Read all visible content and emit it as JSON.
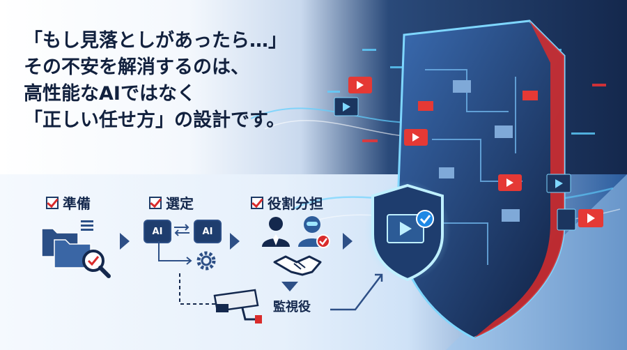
{
  "headline": {
    "line1": "「もし見落としがあったら…」",
    "line2": "その不安を解消するのは、",
    "line3": "高性能なAIではなく",
    "line4": "「正しい任せ方」の設計です。"
  },
  "steps": [
    {
      "label": "準備"
    },
    {
      "label": "選定"
    },
    {
      "label": "役割分担"
    }
  ],
  "ai_chip_label": "AI",
  "monitor": {
    "label": "監視役"
  },
  "colors": {
    "navy": "#14284d",
    "accent_red": "#d92b2b",
    "cyan": "#5fd0ff",
    "blue": "#2d4f86"
  },
  "icons": [
    "folder-search-icon",
    "ai-chip-icon",
    "swap-arrows-icon",
    "gear-icon",
    "person-icon",
    "robot-icon",
    "handshake-icon",
    "cctv-camera-icon",
    "shield-icon",
    "video-play-icon"
  ]
}
